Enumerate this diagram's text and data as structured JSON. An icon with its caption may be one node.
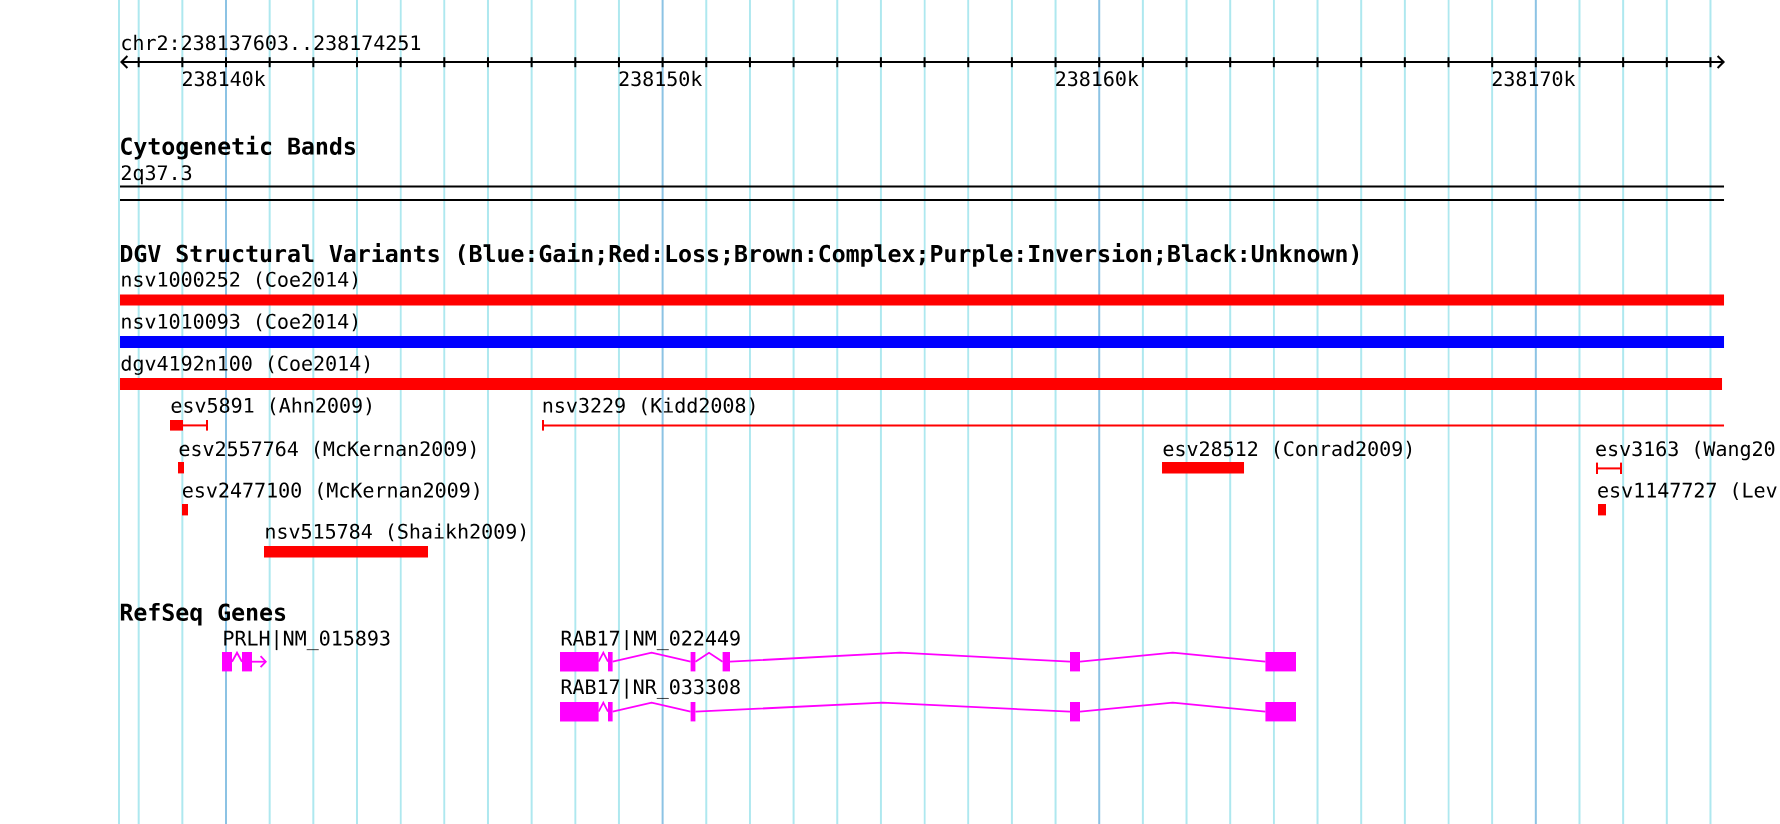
{
  "diagram": {
    "nodes": [
      {
        "text": [
          "2q37.3"
        ]
      },
      {
        "text": [
          "nsv1000252 (Coe2014)"
        ]
      },
      {
        "text": [
          "nsv1010093 (Coe2014)"
        ]
      },
      {
        "text": [
          "dgv4192n100 (Coe2014)"
        ]
      },
      {
        "text": [
          "esv5891 (Ahn2009)"
        ]
      },
      {
        "text": [
          "nsv3229 (Kidd2008)"
        ]
      },
      {
        "text": [
          "esv2557764 (McKernan2009)"
        ]
      },
      {
        "text": [
          "esv28512 (Conrad2009)"
        ]
      },
      {
        "text": [
          "esv3163 (Wang20"
        ]
      },
      {
        "text": [
          "esv2477100 (McKernan2009)"
        ]
      },
      {
        "text": [
          "esv1147727 (Lev"
        ]
      },
      {
        "text": [
          "nsv515784 (Shaikh2009)"
        ]
      },
      {
        "text": [
          "PRLH|NM_015893"
        ]
      },
      {
        "text": [
          "RAB17|NM_022449"
        ]
      },
      {
        "text": [
          "RAB17|NR_033308"
        ]
      }
    ],
    "labels": [
      "chr2:238137603..238174251",
      "238140k",
      "238150k",
      "238160k",
      "238170k",
      "Cytogenetic Bands",
      "DGV Structural Variants (Blue:Gain;Red:Loss;Brown:Complex;Purple:Inversion;Black:Unknown)",
      "RefSeq Genes"
    ]
  }
}
